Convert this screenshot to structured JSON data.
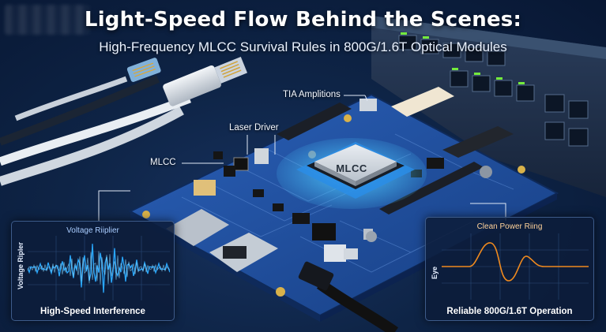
{
  "header": {
    "title": "Light-Speed Flow Behind the Scenes:",
    "subtitle": "High-Frequency MLCC Survival Rules in 800G/1.6T Optical Modules"
  },
  "callouts": {
    "tia": "TIA Amplitions",
    "laser": "Laser Driver",
    "mlcc": "MLCC",
    "chip": "MLCC"
  },
  "panels": {
    "left": {
      "title": "Voltage Riiplier",
      "ylabel": "Voltage Ripler",
      "caption": "High-Speed Interference",
      "color": "#29a8ff"
    },
    "right": {
      "title": "Clean Power Riing",
      "ylabel": "Eye",
      "caption": "Reliable 800G/1.6T Operation",
      "color": "#f08a1e"
    }
  },
  "colors": {
    "board": "#1f4fa0",
    "glow": "#35b6ff",
    "port_led": "#7dff3a"
  }
}
